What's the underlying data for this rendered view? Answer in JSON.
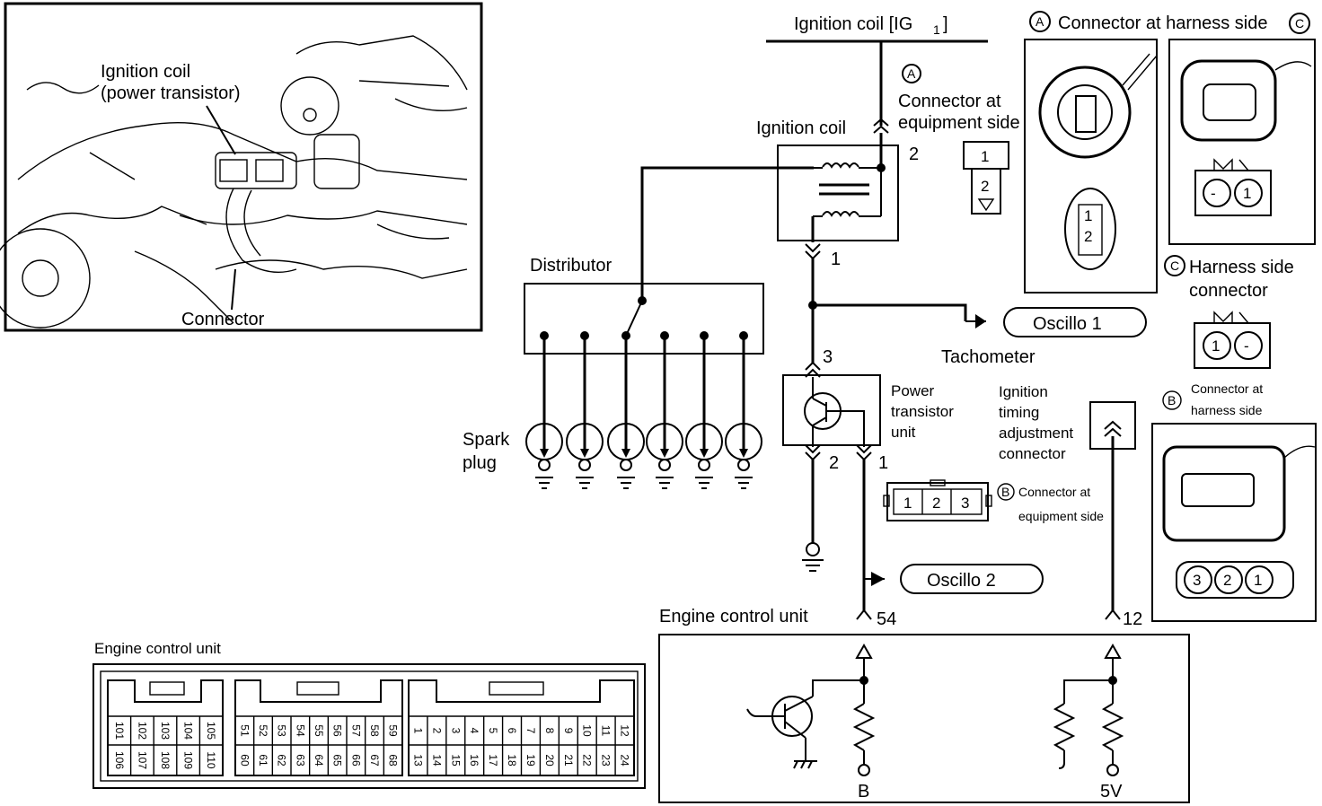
{
  "photo": {
    "coil_label_1": "Ignition coil",
    "coil_label_2": "(power transistor)",
    "connector_label": "Connector"
  },
  "top": {
    "ig_label": "Ignition coil [IG",
    "ig_sub": "1",
    "ig_close": "]",
    "connA_marker": "A",
    "connA_header": "Connector at harness side",
    "connC_marker": "C",
    "connA_equip_marker": "A",
    "connA_equip_1": "Connector at",
    "connA_equip_2": "equipment side",
    "connA_pins": [
      "1",
      "2"
    ]
  },
  "coil": {
    "label": "Ignition coil",
    "pin_top": "2",
    "pin_bottom": "1"
  },
  "distributor": {
    "label": "Distributor",
    "spark_1": "Spark",
    "spark_2": "plug"
  },
  "oscillo": {
    "o1": "Oscillo 1",
    "o2": "Oscillo 2",
    "tachometer": "Tachometer"
  },
  "power_transistor": {
    "label_1": "Power",
    "label_2": "transistor",
    "label_3": "unit",
    "pin_3": "3",
    "pin_2": "2",
    "pin_1": "1",
    "connB_pins": [
      "1",
      "2",
      "3"
    ],
    "connB_marker": "B",
    "connB_1": "Connector at",
    "connB_2": "equipment side"
  },
  "timing": {
    "label_1": "Ignition",
    "label_2": "timing",
    "label_3": "adjustment",
    "label_4": "connector"
  },
  "harnessC": {
    "marker": "C",
    "label_1": "Harness side",
    "label_2": "connector",
    "pins_top": [
      "-",
      "1"
    ],
    "pins_bottom": [
      "1",
      "-"
    ]
  },
  "harnessB": {
    "marker": "B",
    "label_1": "Connector at",
    "label_2": "harness side",
    "pins": [
      "3",
      "2",
      "1"
    ]
  },
  "ecu": {
    "label": "Engine control unit",
    "pin_54": "54",
    "pin_12": "12",
    "b_label": "B",
    "v_label": "5V"
  },
  "ecu_connector": {
    "title": "Engine control unit",
    "block1_top": [
      "101",
      "102",
      "103",
      "104",
      "105"
    ],
    "block1_bottom": [
      "106",
      "107",
      "108",
      "109",
      "110"
    ],
    "block2_top": [
      "51",
      "52",
      "53",
      "54",
      "55",
      "56",
      "57",
      "58",
      "59"
    ],
    "block2_bottom": [
      "60",
      "61",
      "62",
      "63",
      "64",
      "65",
      "66",
      "67",
      "68"
    ],
    "block3_top": [
      "1",
      "2",
      "3",
      "4",
      "5",
      "6",
      "7",
      "8",
      "9",
      "10",
      "11",
      "12"
    ],
    "block3_bottom": [
      "13",
      "14",
      "15",
      "16",
      "17",
      "18",
      "19",
      "20",
      "21",
      "22",
      "23",
      "24"
    ]
  }
}
